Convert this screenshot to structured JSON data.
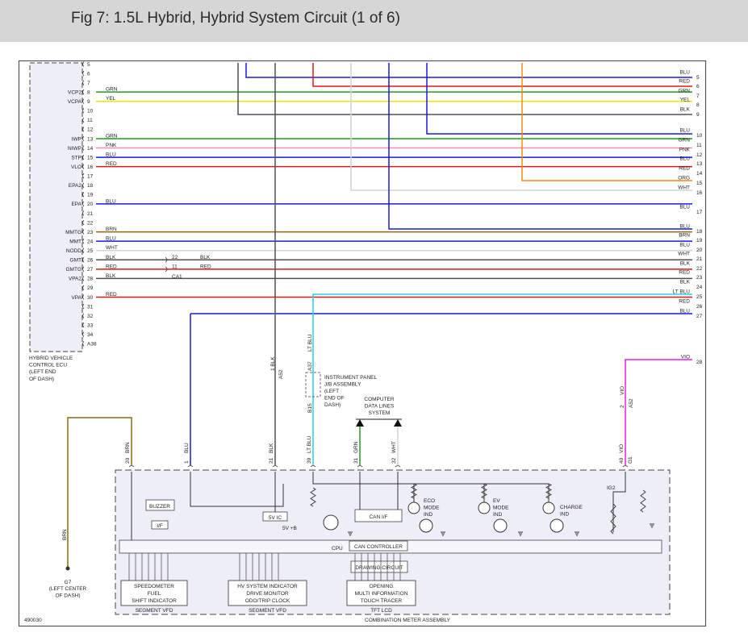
{
  "header": {
    "title": "Fig 7: 1.5L Hybrid, Hybrid System Circuit (1 of 6)"
  },
  "diagram_id": "490030",
  "colors": {
    "BLU": "#1a1adc",
    "RED": "#e01818",
    "GRN": "#1f9e1f",
    "YEL": "#f2e600",
    "BLK": "#505050",
    "PNK": "#f28cb8",
    "WHT": "#d4d4d4",
    "BRN": "#8a6a14",
    "ORG": "#f08a10",
    "LT BLU": "#23d2e6",
    "VIO": "#e81ee8"
  },
  "ecu": {
    "pins": [
      {
        "num": "5"
      },
      {
        "num": "6"
      },
      {
        "num": "7"
      },
      {
        "num": "8",
        "name": "VCP2",
        "color": "GRN"
      },
      {
        "num": "9",
        "name": "VCPA",
        "color": "YEL"
      },
      {
        "num": "10"
      },
      {
        "num": "11"
      },
      {
        "num": "12"
      },
      {
        "num": "13",
        "name": "IWP",
        "color": "GRN"
      },
      {
        "num": "14",
        "name": "NIWP",
        "color": "PNK"
      },
      {
        "num": "15",
        "name": "STP",
        "color": "BLU"
      },
      {
        "num": "16",
        "name": "VLO",
        "color": "RED"
      },
      {
        "num": "17"
      },
      {
        "num": "18",
        "name": "EPA2",
        "color": "WHT"
      },
      {
        "num": "19"
      },
      {
        "num": "20",
        "name": "EPA",
        "color": "BLU"
      },
      {
        "num": "21"
      },
      {
        "num": "22"
      },
      {
        "num": "23",
        "name": "MMTG",
        "color": "BRN"
      },
      {
        "num": "24",
        "name": "MMT",
        "color": "BLU"
      },
      {
        "num": "25",
        "name": "NODD",
        "color": "WHT"
      },
      {
        "num": "26",
        "name": "GMT",
        "color": "BLK"
      },
      {
        "num": "27",
        "name": "GMTG",
        "color": "RED"
      },
      {
        "num": "28",
        "name": "VPA2",
        "color": "BLK"
      },
      {
        "num": "29"
      },
      {
        "num": "30",
        "name": "VPA",
        "color": "RED"
      },
      {
        "num": "31"
      },
      {
        "num": "32"
      },
      {
        "num": "33"
      },
      {
        "num": "34"
      },
      {
        "num": "A38"
      }
    ],
    "label": [
      "HYBRID VEHICLE",
      "CONTROL ECU",
      "(LEFT END",
      "OF DASH)"
    ]
  },
  "right_terminals": [
    {
      "num": "5",
      "color": "BLU"
    },
    {
      "num": "6",
      "color": "RED"
    },
    {
      "num": "7",
      "color": "GRN"
    },
    {
      "num": "8",
      "color": "YEL"
    },
    {
      "num": "9",
      "color": "BLK"
    },
    {
      "num": "10",
      "color": "BLU"
    },
    {
      "num": "11",
      "color": "GRN"
    },
    {
      "num": "12",
      "color": "PNK"
    },
    {
      "num": "13",
      "color": "BLU"
    },
    {
      "num": "14",
      "color": "RED"
    },
    {
      "num": "15",
      "color": "ORG"
    },
    {
      "num": "16",
      "color": "WHT"
    },
    {
      "num": "17",
      "color": "BLU"
    },
    {
      "num": "18",
      "color": "BLU"
    },
    {
      "num": "19",
      "color": "BRN"
    },
    {
      "num": "20",
      "color": "BLU"
    },
    {
      "num": "21",
      "color": "WHT"
    },
    {
      "num": "22",
      "color": "BLK"
    },
    {
      "num": "23",
      "color": "RED"
    },
    {
      "num": "24",
      "color": "BLK"
    },
    {
      "num": "25",
      "color": "LT BLU"
    },
    {
      "num": "26",
      "color": "RED"
    },
    {
      "num": "27",
      "color": "BLU"
    },
    {
      "num": "28",
      "color": "VIO"
    }
  ],
  "splice": {
    "pins": [
      "22",
      "11"
    ],
    "colors": [
      "BLK",
      "RED"
    ],
    "label": "CA1"
  },
  "vertical_wire_labels": {
    "blk_a52": {
      "pin": "1",
      "color": "BLK",
      "connector": "A52"
    },
    "ltblu_a37": {
      "pin": "A37",
      "color": "LT BLU"
    },
    "ltblu_b15": {
      "pin": "B15",
      "color": "LT BLU"
    },
    "vio_a52": {
      "pin": "2",
      "color": "VIO",
      "connector": "A52"
    }
  },
  "ip_jb": [
    "INSTRUMENT PANEL",
    "J/B ASSEMBLY",
    "(LEFT",
    "END OF",
    "DASH)"
  ],
  "cdl": [
    "COMPUTER",
    "DATA LINES",
    "SYSTEM"
  ],
  "meter_pins": [
    {
      "num": "20",
      "color": "BRN"
    },
    {
      "num": "1",
      "color": "BLU"
    },
    {
      "num": "21",
      "color": "BLK"
    },
    {
      "num": "39",
      "color": "LT BLU"
    },
    {
      "num": "31",
      "color": "GRN"
    },
    {
      "num": "32",
      "color": "WHT"
    },
    {
      "num": "40",
      "color": "VIO",
      "connector": "G1"
    }
  ],
  "ground": {
    "wire": "BRN",
    "id": "G7",
    "label": [
      "(LEFT CENTER",
      "OF DASH)"
    ]
  },
  "meter": {
    "buzzer": "BUZZER",
    "if": "I/F",
    "fivev_ic": "5V IC",
    "fivev_b": "5V +B",
    "can_if": "CAN I/F",
    "cpu": "CPU",
    "can_controller": "CAN CONTROLLER",
    "drawing_circuit": "DRAWING CIRCUIT",
    "eco": [
      "ECO",
      "MODE",
      "IND"
    ],
    "ev": [
      "EV",
      "MODE",
      "IND"
    ],
    "charge": [
      "CHARGE",
      "IND"
    ],
    "ig2": "IG2",
    "box1": [
      "SPEEDOMETER",
      "FUEL",
      "SHIFT INDICATOR"
    ],
    "box1_caption": "SEGMENT VFD",
    "box2": [
      "HV SYSTEM INDICATOR",
      "DRIVE MONITOR",
      "ODO/TRIP CLOCK"
    ],
    "box2_caption": "SEGMENT VFD",
    "box3": [
      "OPENING",
      "MULTI INFORMATION",
      "TOUCH TRACER"
    ],
    "box3_caption": "TFT LCD",
    "assembly": "COMBINATION METER ASSEMBLY"
  }
}
